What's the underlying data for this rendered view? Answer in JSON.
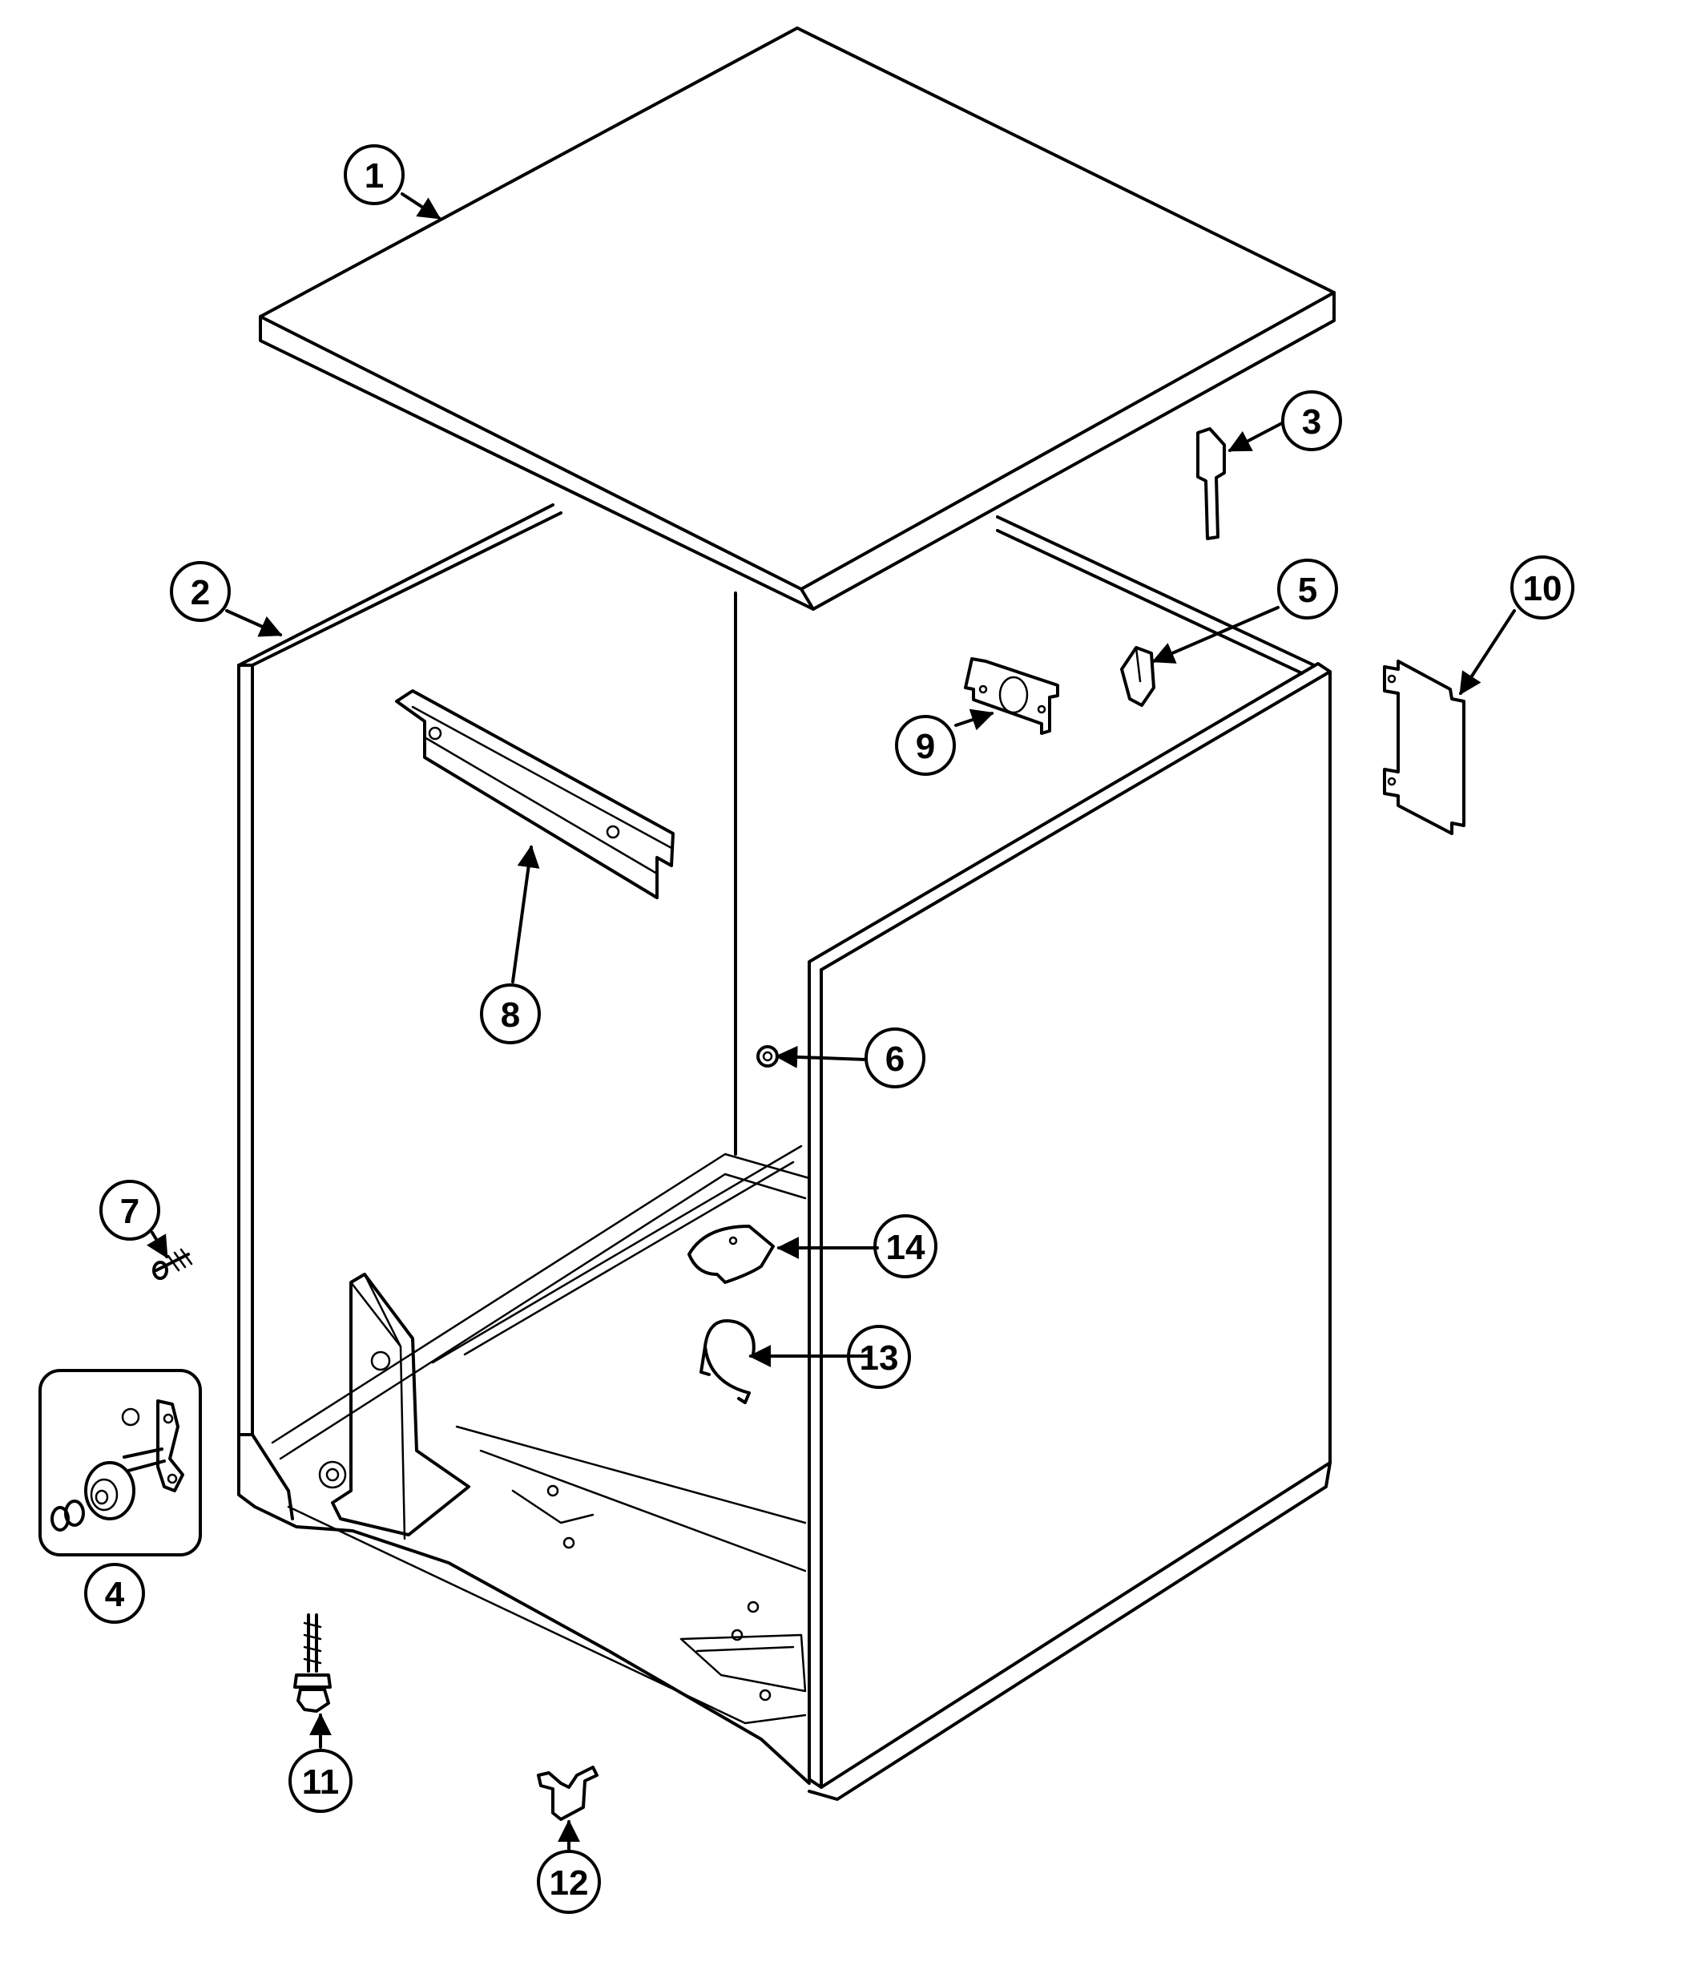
{
  "diagram": {
    "callouts": [
      {
        "id": "1",
        "label": "1"
      },
      {
        "id": "2",
        "label": "2"
      },
      {
        "id": "3",
        "label": "3"
      },
      {
        "id": "4",
        "label": "4"
      },
      {
        "id": "5",
        "label": "5"
      },
      {
        "id": "6",
        "label": "6"
      },
      {
        "id": "7",
        "label": "7"
      },
      {
        "id": "8",
        "label": "8"
      },
      {
        "id": "9",
        "label": "9"
      },
      {
        "id": "10",
        "label": "10"
      },
      {
        "id": "11",
        "label": "11"
      },
      {
        "id": "12",
        "label": "12"
      },
      {
        "id": "13",
        "label": "13"
      },
      {
        "id": "14",
        "label": "14"
      }
    ],
    "colors": {
      "line": "#000000",
      "background": "#ffffff"
    }
  }
}
